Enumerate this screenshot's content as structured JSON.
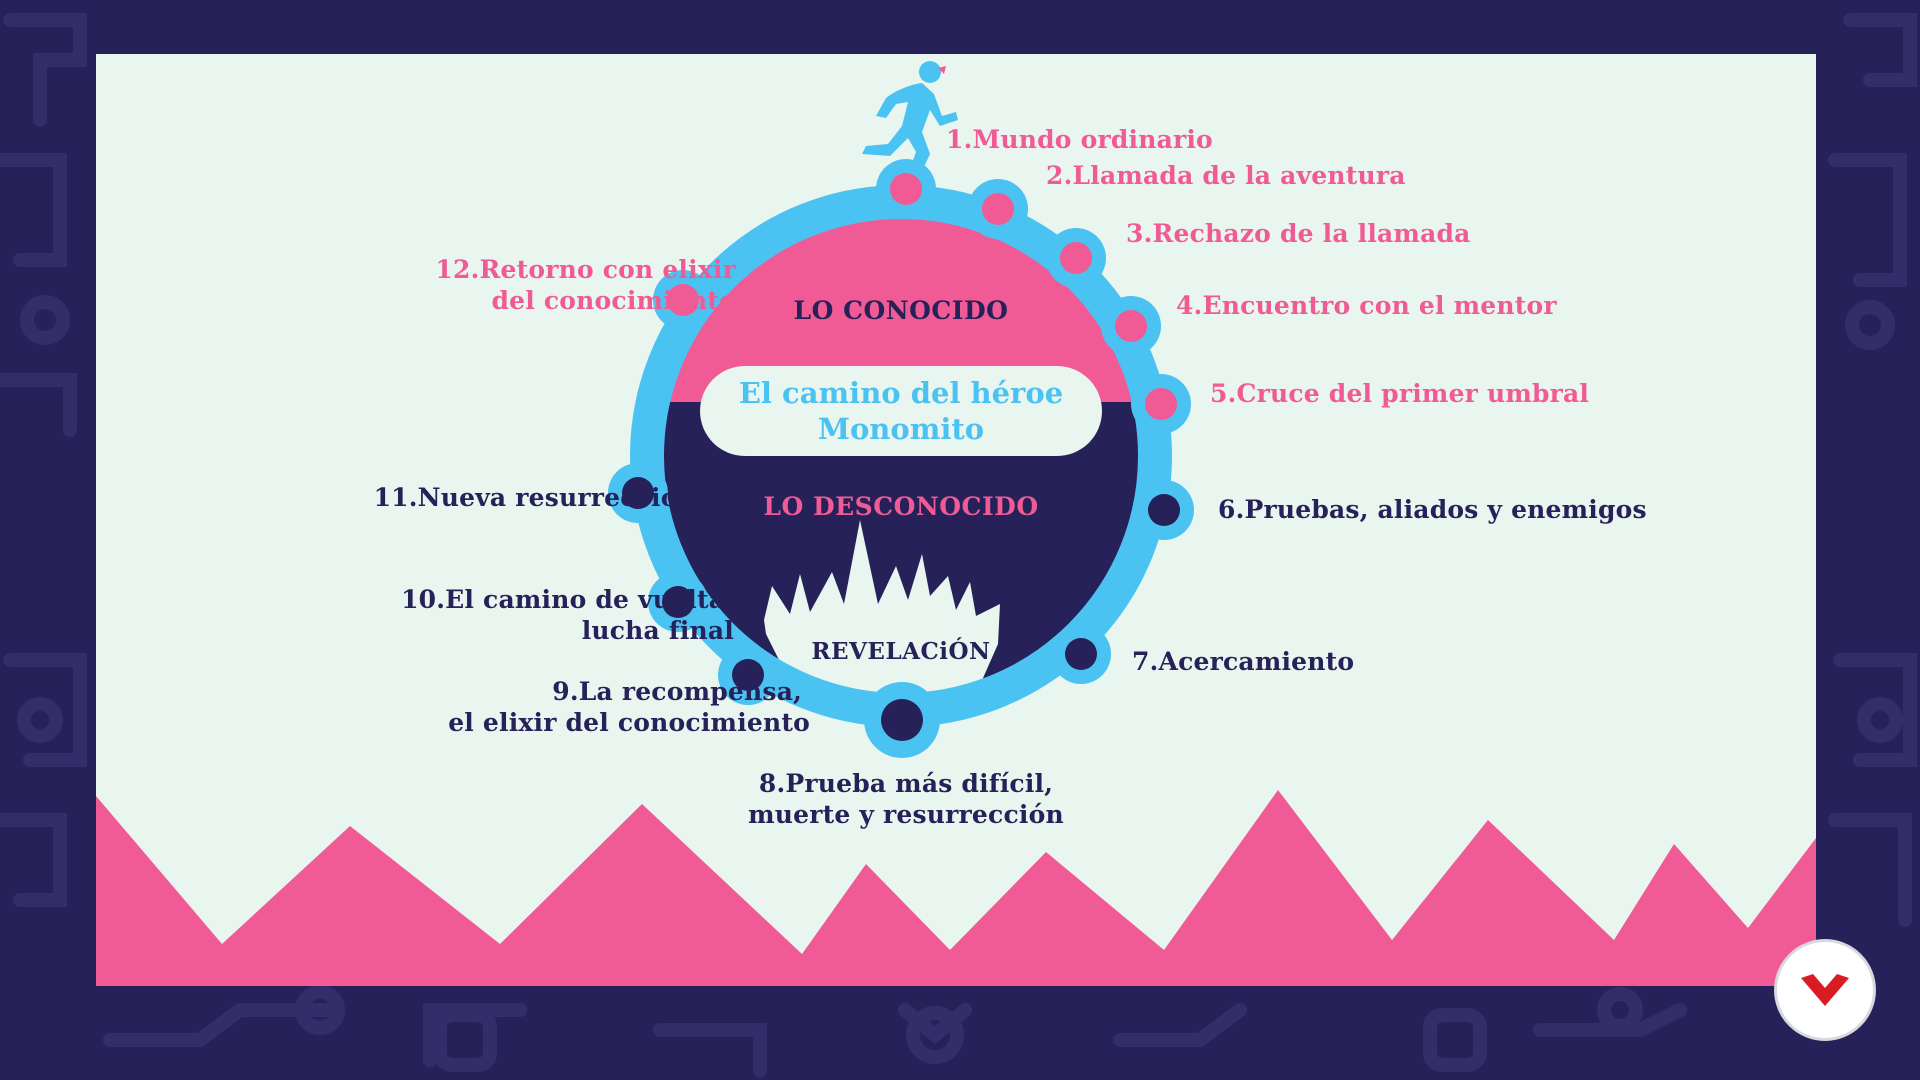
{
  "colors": {
    "frame": "#262158",
    "slide_bg": "#e9f5ef",
    "pink": "#f05b95",
    "navy": "#262158",
    "ring": "#4bc3f2",
    "logo_red": "#d91c24"
  },
  "diagram": {
    "title_line1": "El camino del héroe",
    "title_line2": "Monomito",
    "zone_known": "LO CONOCIDO",
    "zone_unknown": "LO DESCONOCIDO",
    "revelation": "REVELACiÓN",
    "steps": [
      {
        "lines": [
          "1.Mundo ordinario"
        ]
      },
      {
        "lines": [
          "2.Llamada de la aventura"
        ]
      },
      {
        "lines": [
          "3.Rechazo de la llamada"
        ]
      },
      {
        "lines": [
          "4.Encuentro con el mentor"
        ]
      },
      {
        "lines": [
          "5.Cruce del primer umbral"
        ]
      },
      {
        "lines": [
          "6.Pruebas, aliados y enemigos"
        ]
      },
      {
        "lines": [
          "7.Acercamiento"
        ]
      },
      {
        "lines": [
          "8.Prueba más difícil,",
          "muerte y resurrección"
        ]
      },
      {
        "lines": [
          "9.La recompensa,",
          "el elixir del conocimiento"
        ]
      },
      {
        "lines": [
          "10.El camino de vuelta,",
          "lucha final"
        ]
      },
      {
        "lines": [
          "11.Nueva resurrección"
        ]
      },
      {
        "lines": [
          "12.Retorno con elixir",
          "del conocimiento"
        ]
      }
    ]
  },
  "icons": {
    "hero": "running-man-icon",
    "logo": "brand-logo-icon"
  }
}
